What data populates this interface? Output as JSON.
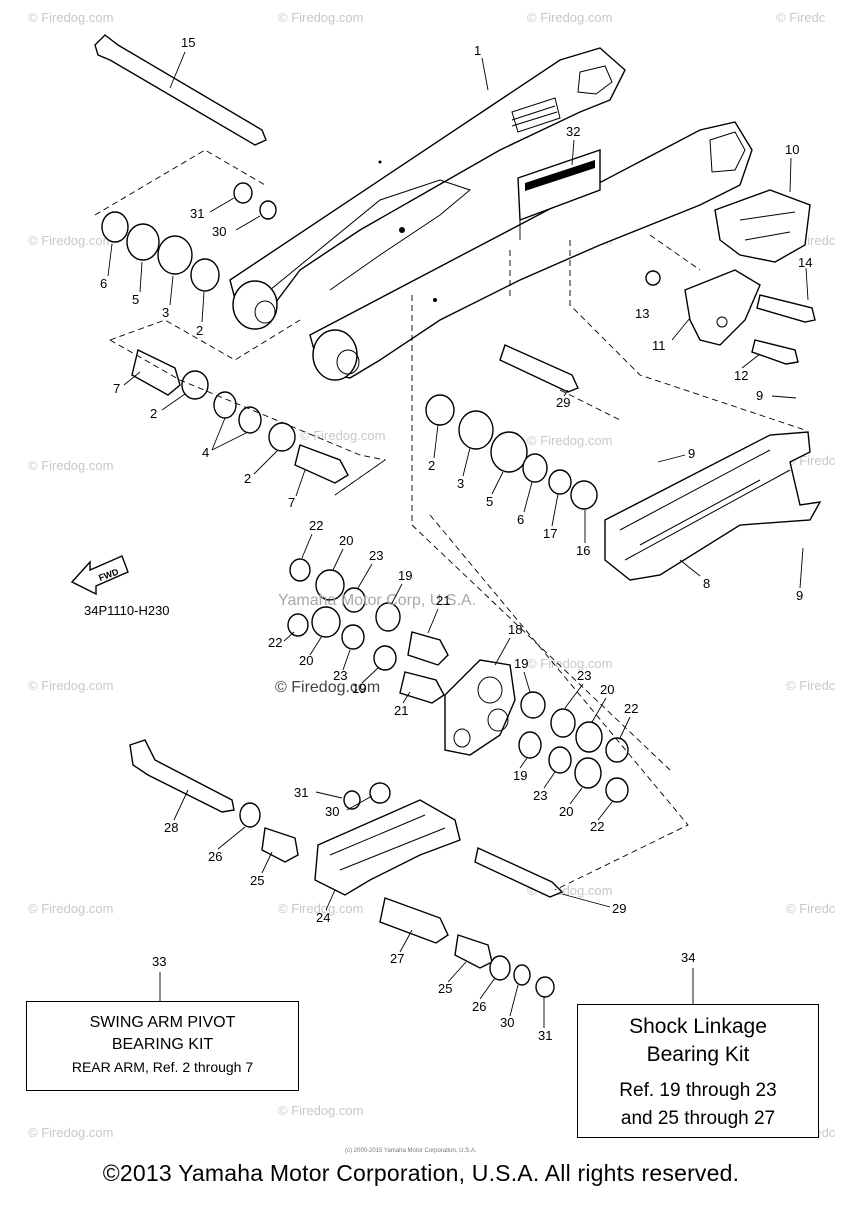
{
  "diagram": {
    "code": "34P1110-H230",
    "fwd_label": "FWD",
    "center_watermark": "Yamaha Motor Corp, U.S.A.",
    "firedog_watermark": "© Firedog.com",
    "firedog_short": "© Firedc",
    "callouts": [
      "1",
      "2",
      "3",
      "4",
      "5",
      "6",
      "7",
      "8",
      "9",
      "10",
      "11",
      "12",
      "13",
      "14",
      "15",
      "16",
      "17",
      "18",
      "19",
      "20",
      "21",
      "22",
      "23",
      "24",
      "25",
      "26",
      "27",
      "28",
      "29",
      "30",
      "31",
      "32",
      "33",
      "34"
    ]
  },
  "kit33": {
    "number": "33",
    "line1": "SWING ARM PIVOT",
    "line2": "BEARING KIT",
    "line3": "REAR ARM, Ref. 2 through 7"
  },
  "kit34": {
    "number": "34",
    "line1": "Shock Linkage",
    "line2": "Bearing Kit",
    "line3": "Ref. 19 through 23",
    "line4": "and 25 through 27"
  },
  "footer": {
    "copyright": "©2013 Yamaha Motor Corporation, U.S.A. All rights reserved.",
    "tiny": "(c) 2000-2015 Yamaha Motor Corporation, U.S.A."
  }
}
